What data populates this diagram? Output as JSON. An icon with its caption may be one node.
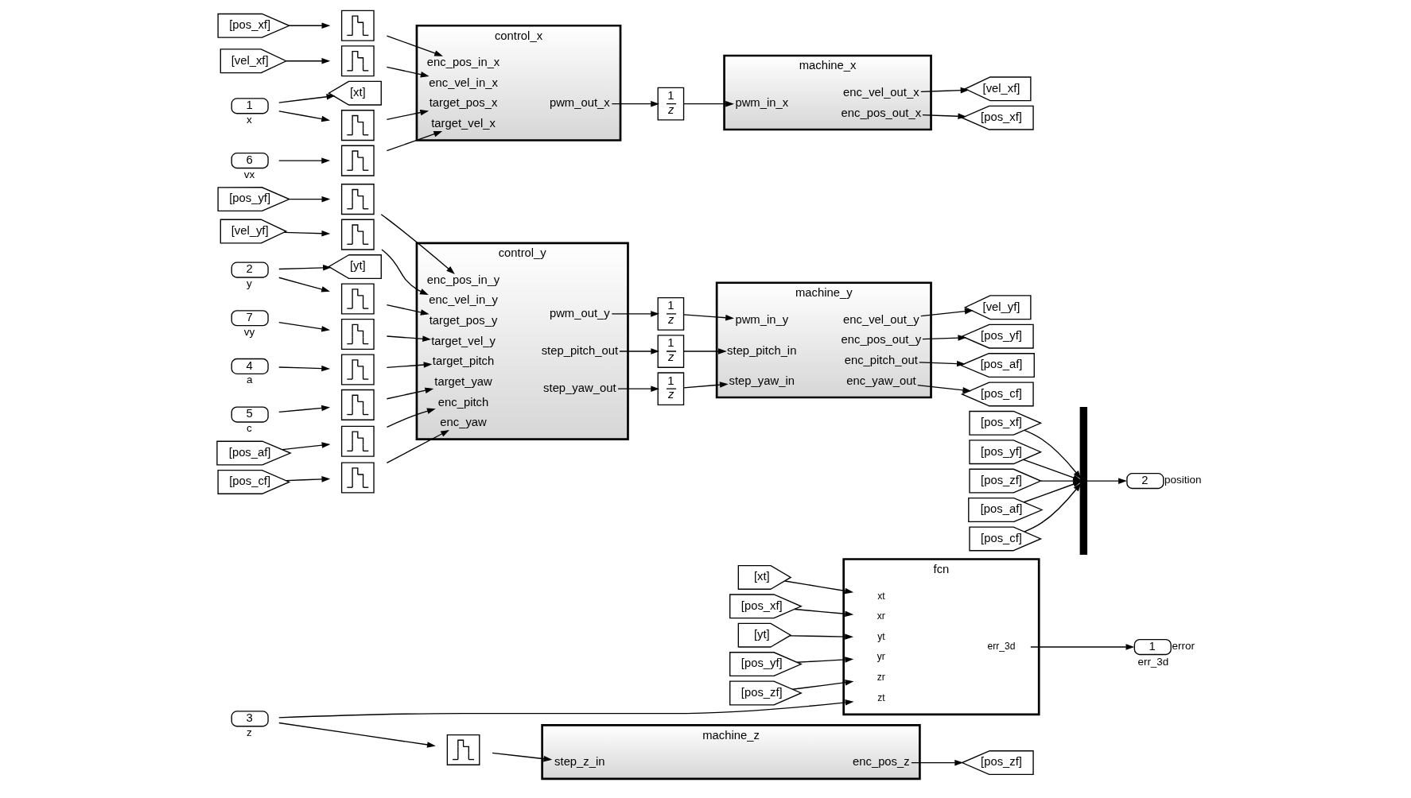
{
  "diagram": {
    "nodes": [
      {
        "text": [
          "[pos_xf]"
        ]
      },
      {
        "text": [],
        "shape": "box"
      },
      {
        "text": [
          "[vel_xf]"
        ]
      },
      {
        "text": [],
        "shape": "box"
      },
      {
        "text": [
          "1"
        ],
        "beside": [
          "x"
        ]
      },
      {
        "text": [
          "[xt]"
        ]
      },
      {
        "text": [],
        "shape": "box"
      },
      {
        "text": [
          "6"
        ],
        "beside": [
          "vx"
        ]
      },
      {
        "text": [],
        "shape": "box"
      },
      {
        "text": [
          "control_x"
        ]
      },
      {
        "text": [
          "enc_pos_in_x"
        ],
        "in": 9
      },
      {
        "text": [
          "enc_vel_in_x"
        ],
        "in": 9
      },
      {
        "text": [
          "target_pos_x"
        ],
        "in": 9
      },
      {
        "text": [
          "target_vel_x"
        ],
        "in": 9
      },
      {
        "text": [
          "pwm_out_x"
        ],
        "in": 9
      },
      {
        "text": [
          "1",
          "z"
        ]
      },
      {
        "text": [
          "machine_x"
        ]
      },
      {
        "text": [
          "pwm_in_x"
        ],
        "in": 16
      },
      {
        "text": [
          "enc_vel_out_x"
        ],
        "in": 16
      },
      {
        "text": [
          "enc_pos_out_x"
        ],
        "in": 16
      },
      {
        "text": [
          "[vel_xf]"
        ]
      },
      {
        "text": [
          "[pos_xf]"
        ]
      },
      {
        "text": [
          "[pos_yf]"
        ]
      },
      {
        "text": [],
        "shape": "box"
      },
      {
        "text": [
          "[vel_yf]"
        ]
      },
      {
        "text": [],
        "shape": "box"
      },
      {
        "text": [
          "2"
        ],
        "beside": [
          "y"
        ]
      },
      {
        "text": [
          "[yt]"
        ]
      },
      {
        "text": [],
        "shape": "box"
      },
      {
        "text": [
          "7"
        ],
        "beside": [
          "vy"
        ]
      },
      {
        "text": [],
        "shape": "box"
      },
      {
        "text": [
          "4"
        ],
        "beside": [
          "a"
        ]
      },
      {
        "text": [],
        "shape": "box"
      },
      {
        "text": [
          "5"
        ],
        "beside": [
          "c"
        ]
      },
      {
        "text": [],
        "shape": "box"
      },
      {
        "text": [
          "[pos_af]"
        ]
      },
      {
        "text": [],
        "shape": "box"
      },
      {
        "text": [
          "[pos_cf]"
        ]
      },
      {
        "text": [],
        "shape": "box"
      },
      {
        "text": [
          "control_y"
        ]
      },
      {
        "text": [
          "enc_pos_in_y"
        ],
        "in": 39
      },
      {
        "text": [
          "enc_vel_in_y"
        ],
        "in": 39
      },
      {
        "text": [
          "target_pos_y"
        ],
        "in": 39
      },
      {
        "text": [
          "target_vel_y"
        ],
        "in": 39
      },
      {
        "text": [
          "target_pitch"
        ],
        "in": 39
      },
      {
        "text": [
          "target_yaw"
        ],
        "in": 39
      },
      {
        "text": [
          "enc_pitch"
        ],
        "in": 39
      },
      {
        "text": [
          "enc_yaw"
        ],
        "in": 39
      },
      {
        "text": [
          "pwm_out_y"
        ],
        "in": 39
      },
      {
        "text": [
          "step_pitch_out"
        ],
        "in": 39
      },
      {
        "text": [
          "step_yaw_out"
        ],
        "in": 39
      },
      {
        "text": [
          "1",
          "z"
        ]
      },
      {
        "text": [
          "1",
          "z"
        ]
      },
      {
        "text": [
          "1",
          "z"
        ]
      },
      {
        "text": [
          "machine_y"
        ]
      },
      {
        "text": [
          "pwm_in_y"
        ],
        "in": 54
      },
      {
        "text": [
          "step_pitch_in"
        ],
        "in": 54
      },
      {
        "text": [
          "step_yaw_in"
        ],
        "in": 54
      },
      {
        "text": [
          "enc_vel_out_y"
        ],
        "in": 54
      },
      {
        "text": [
          "enc_pos_out_y"
        ],
        "in": 54
      },
      {
        "text": [
          "enc_pitch_out"
        ],
        "in": 54
      },
      {
        "text": [
          "enc_yaw_out"
        ],
        "in": 54
      },
      {
        "text": [
          "[vel_yf]"
        ]
      },
      {
        "text": [
          "[pos_yf]"
        ]
      },
      {
        "text": [
          "[pos_af]"
        ]
      },
      {
        "text": [
          "[pos_cf]"
        ]
      },
      {
        "text": [
          "[pos_xf]"
        ]
      },
      {
        "text": [
          "[pos_yf]"
        ]
      },
      {
        "text": [
          "[pos_zf]"
        ]
      },
      {
        "text": [
          "[pos_af]"
        ]
      },
      {
        "text": [
          "[pos_cf]"
        ]
      },
      {
        "text": [],
        "shape": "bar"
      },
      {
        "text": [
          "2"
        ],
        "beside": [
          "position"
        ]
      },
      {
        "text": [
          "1"
        ],
        "beside": [
          "error",
          "err_3d"
        ]
      },
      {
        "text": [
          "3"
        ],
        "beside": [
          "z"
        ]
      },
      {
        "text": [],
        "shape": "box"
      },
      {
        "text": [
          "machine_z"
        ]
      },
      {
        "text": [
          "step_z_in"
        ],
        "in": 76
      },
      {
        "text": [
          "enc_pos_z"
        ],
        "in": 76
      },
      {
        "text": [
          "[pos_zf]"
        ]
      },
      {
        "text": [
          "[xt]"
        ]
      },
      {
        "text": [
          "[pos_xf]"
        ]
      },
      {
        "text": [
          "[yt]"
        ]
      },
      {
        "text": [
          "[pos_yf]"
        ]
      },
      {
        "text": [
          "[pos_zf]"
        ]
      },
      {
        "text": [
          "fcn"
        ]
      },
      {
        "text": [
          "xt"
        ],
        "in": 85
      },
      {
        "text": [
          "xr"
        ],
        "in": 85
      },
      {
        "text": [
          "yt"
        ],
        "in": 85
      },
      {
        "text": [
          "yr"
        ],
        "in": 85
      },
      {
        "text": [
          "zt"
        ],
        "in": 85
      },
      {
        "text": [
          "zr"
        ],
        "in": 85
      },
      {
        "text": [
          "err_3d"
        ],
        "in": 85
      }
    ],
    "edges": [
      {
        "from": 0,
        "to": 1,
        "arrow": "to"
      },
      {
        "from": 1,
        "to": 10,
        "arrow": "to"
      },
      {
        "from": 2,
        "to": 3,
        "arrow": "to"
      },
      {
        "from": 3,
        "to": 11,
        "arrow": "to"
      },
      {
        "from": 4,
        "to": 6,
        "arrow": "to"
      },
      {
        "from": 4,
        "to": 5,
        "arrow": "to"
      },
      {
        "from": 6,
        "to": 12,
        "arrow": "to"
      },
      {
        "from": 7,
        "to": 8,
        "arrow": "to"
      },
      {
        "from": 8,
        "to": 13,
        "arrow": "to"
      },
      {
        "from": 14,
        "to": 15,
        "arrow": "to"
      },
      {
        "from": 15,
        "to": 17,
        "arrow": "to"
      },
      {
        "from": 18,
        "to": 20,
        "arrow": "to"
      },
      {
        "from": 19,
        "to": 21,
        "arrow": "to"
      },
      {
        "from": 22,
        "to": 23,
        "arrow": "to"
      },
      {
        "from": 23,
        "to": 40,
        "arrow": "to"
      },
      {
        "from": 24,
        "to": 25,
        "arrow": "to"
      },
      {
        "from": 25,
        "to": 41,
        "arrow": "to"
      },
      {
        "from": 26,
        "to": 28,
        "arrow": "to"
      },
      {
        "from": 26,
        "to": 27,
        "arrow": "to"
      },
      {
        "from": 28,
        "to": 42,
        "arrow": "to"
      },
      {
        "from": 29,
        "to": 30,
        "arrow": "to"
      },
      {
        "from": 30,
        "to": 43,
        "arrow": "to"
      },
      {
        "from": 31,
        "to": 32,
        "arrow": "to"
      },
      {
        "from": 32,
        "to": 44,
        "arrow": "to"
      },
      {
        "from": 33,
        "to": 34,
        "arrow": "to"
      },
      {
        "from": 34,
        "to": 45,
        "arrow": "to"
      },
      {
        "from": 35,
        "to": 36,
        "arrow": "to"
      },
      {
        "from": 36,
        "to": 46,
        "arrow": "to"
      },
      {
        "from": 37,
        "to": 38,
        "arrow": "to"
      },
      {
        "from": 38,
        "to": 47,
        "arrow": "to"
      },
      {
        "from": 48,
        "to": 51,
        "arrow": "to"
      },
      {
        "from": 51,
        "to": 55,
        "arrow": "to"
      },
      {
        "from": 49,
        "to": 52,
        "arrow": "to"
      },
      {
        "from": 52,
        "to": 56,
        "arrow": "to"
      },
      {
        "from": 50,
        "to": 53,
        "arrow": "to"
      },
      {
        "from": 53,
        "to": 57,
        "arrow": "to"
      },
      {
        "from": 58,
        "to": 62,
        "arrow": "to"
      },
      {
        "from": 59,
        "to": 63,
        "arrow": "to"
      },
      {
        "from": 60,
        "to": 64,
        "arrow": "to"
      },
      {
        "from": 61,
        "to": 65,
        "arrow": "to"
      },
      {
        "from": 66,
        "to": 71,
        "arrow": "to"
      },
      {
        "from": 67,
        "to": 71,
        "arrow": "to"
      },
      {
        "from": 68,
        "to": 71,
        "arrow": "to"
      },
      {
        "from": 69,
        "to": 71,
        "arrow": "to"
      },
      {
        "from": 70,
        "to": 71,
        "arrow": "to"
      },
      {
        "from": 71,
        "to": 72,
        "arrow": "to"
      },
      {
        "from": 74,
        "to": 75,
        "arrow": "to"
      },
      {
        "from": 74,
        "to": 90,
        "arrow": "to"
      },
      {
        "from": 75,
        "to": 77,
        "arrow": "to"
      },
      {
        "from": 78,
        "to": 79,
        "arrow": "to"
      },
      {
        "from": 80,
        "to": 86,
        "arrow": "to"
      },
      {
        "from": 81,
        "to": 87,
        "arrow": "to"
      },
      {
        "from": 82,
        "to": 88,
        "arrow": "to"
      },
      {
        "from": 83,
        "to": 89,
        "arrow": "to"
      },
      {
        "from": 84,
        "to": 91,
        "arrow": "to"
      },
      {
        "from": 92,
        "to": 73,
        "arrow": "to"
      }
    ]
  }
}
